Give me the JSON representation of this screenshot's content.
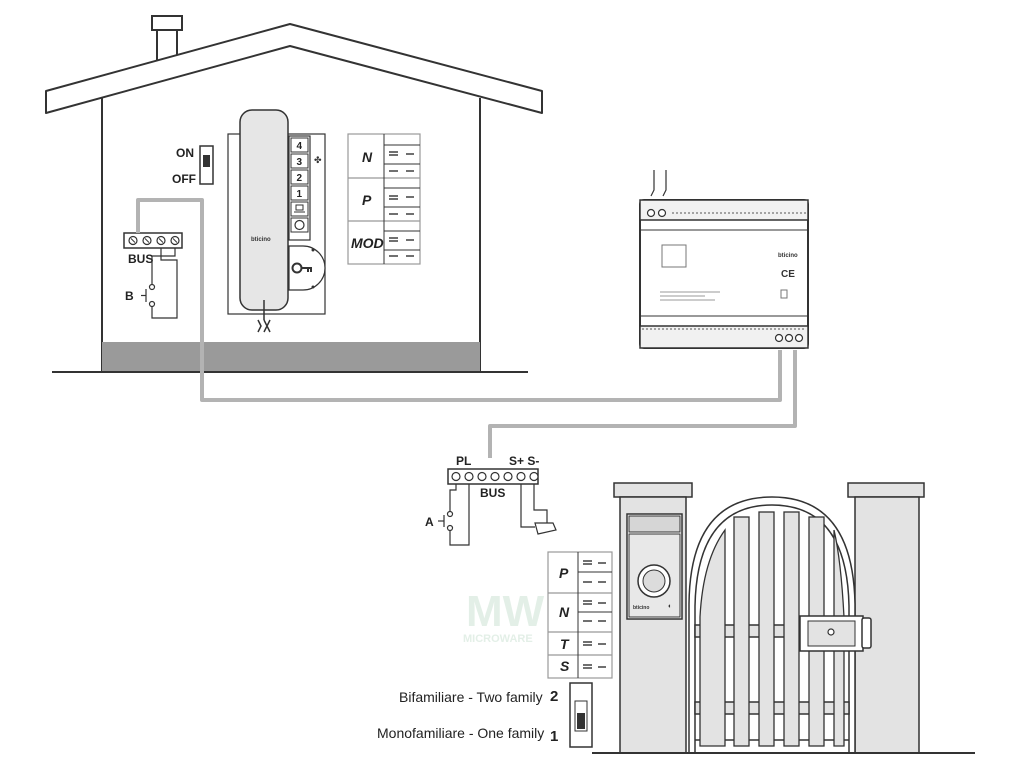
{
  "house": {
    "switch": {
      "on_label": "ON",
      "off_label": "OFF"
    },
    "bus_label": "BUS",
    "button_label": "B",
    "handset": {
      "brand": "bticino",
      "keys": [
        "4",
        "3",
        "2",
        "1"
      ]
    },
    "config_labels": [
      "N",
      "P",
      "MOD"
    ]
  },
  "power_supply": {
    "brand": "bticino",
    "ce_mark": "CE"
  },
  "entrance": {
    "terminal_labels": {
      "pl": "PL",
      "s": "S+ S-",
      "bus": "BUS"
    },
    "button_label": "A",
    "config_labels": [
      "P",
      "N",
      "T",
      "S"
    ],
    "panel_brand": "bticino",
    "family_options": [
      {
        "caption": "Bifamiliare - Two family",
        "number": "2"
      },
      {
        "caption": "Monofamiliare - One family",
        "number": "1"
      }
    ]
  },
  "watermark": {
    "logo": "MW",
    "text": "MICROWARE"
  },
  "colors": {
    "wire": "#b3b3b3",
    "floor": "#9a9a9a",
    "wall": "#e3e3e3",
    "line": "#333333"
  }
}
